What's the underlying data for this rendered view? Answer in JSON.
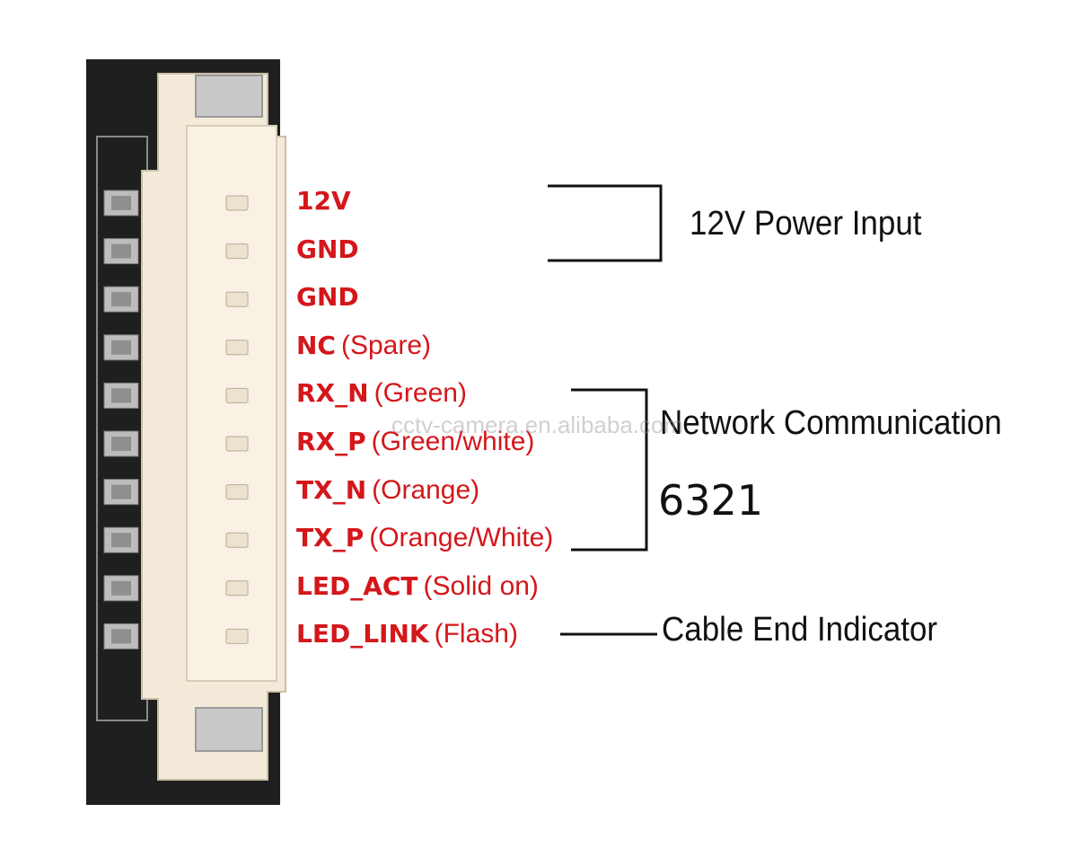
{
  "colors": {
    "pin_label": "#d4171b",
    "line": "#111111",
    "pcb": "#1f1f1f",
    "connector": "#f3ead9"
  },
  "pins": [
    {
      "name": "12V",
      "note": ""
    },
    {
      "name": "GND",
      "note": ""
    },
    {
      "name": "GND",
      "note": ""
    },
    {
      "name": "NC",
      "note": "(Spare)"
    },
    {
      "name": "RX_N",
      "note": "(Green)"
    },
    {
      "name": "RX_P",
      "note": "(Green/white)"
    },
    {
      "name": "TX_N",
      "note": "(Orange)"
    },
    {
      "name": "TX_P",
      "note": "(Orange/White)"
    },
    {
      "name": "LED_ACT",
      "note": "(Solid on)"
    },
    {
      "name": "LED_LINK",
      "note": "(Flash)"
    }
  ],
  "groups": {
    "power": "12V Power Input",
    "network": "Network Communication",
    "chip": "6321",
    "cable": "Cable End Indicator"
  },
  "watermark": "cctv-camera.en.alibaba.com"
}
